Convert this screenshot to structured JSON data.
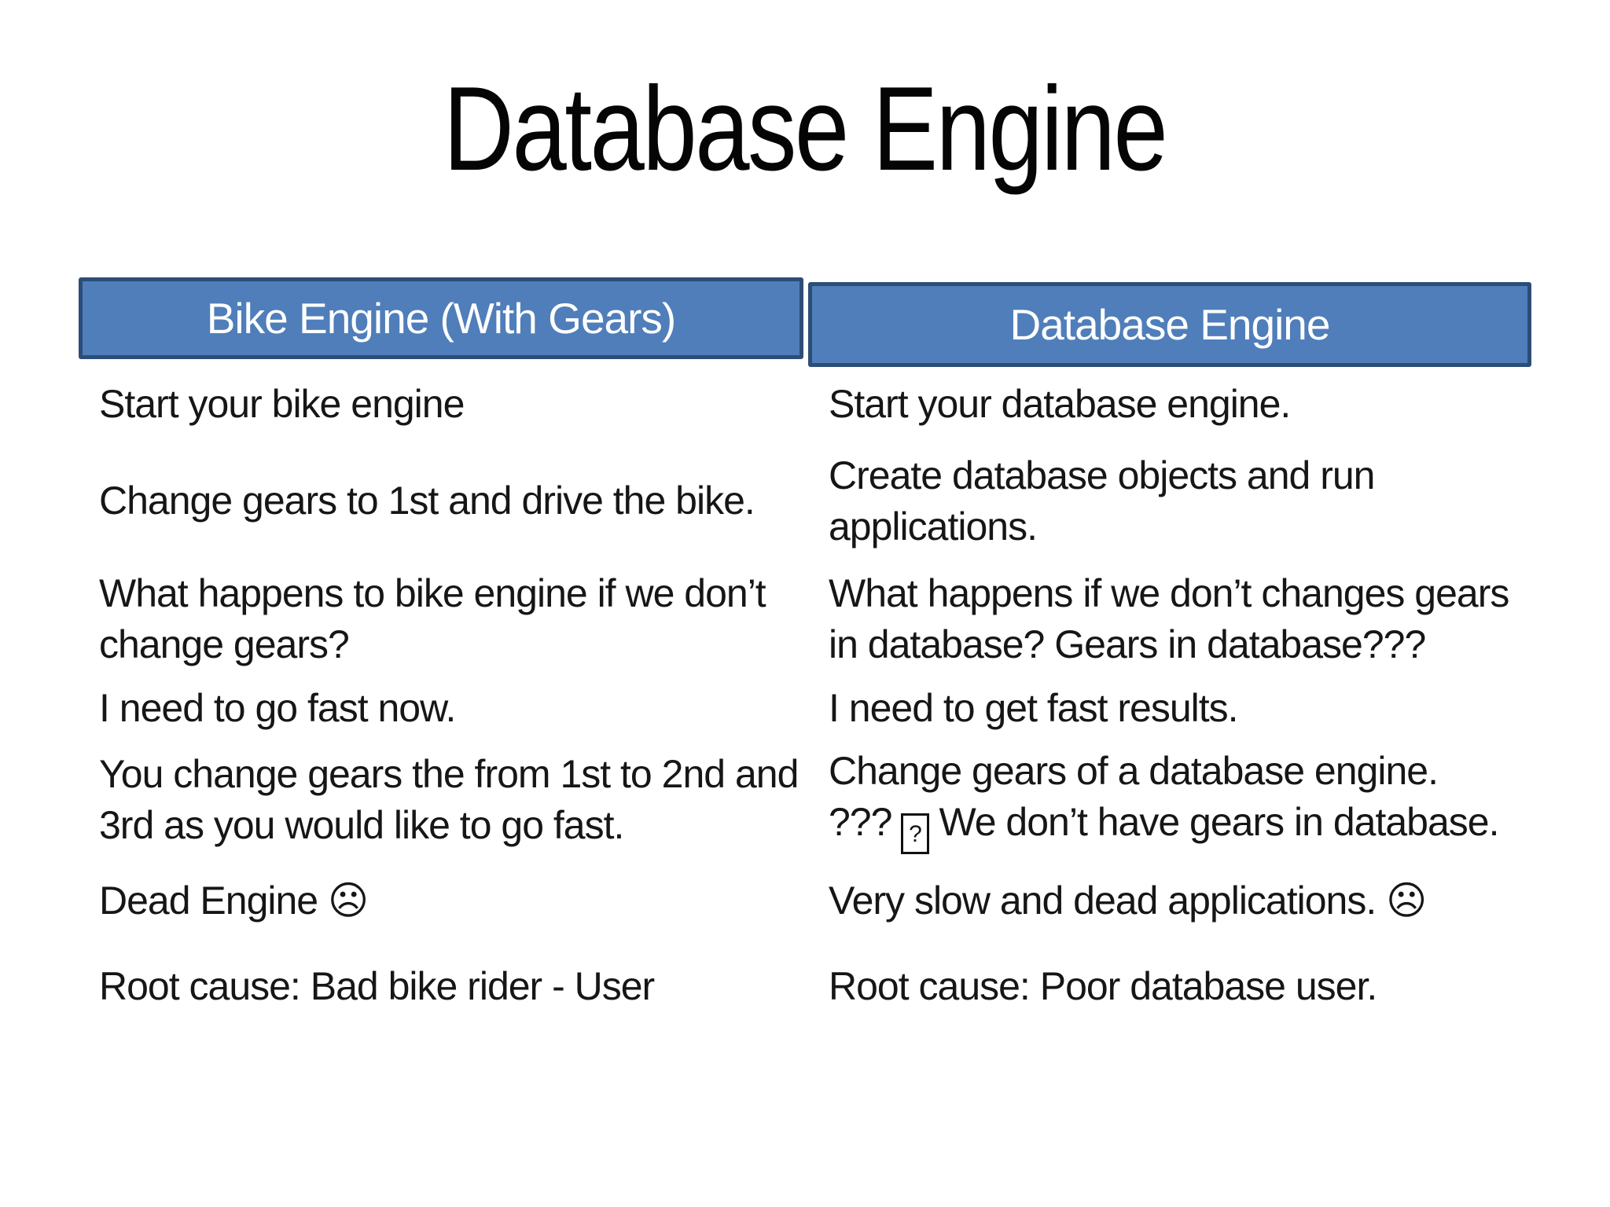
{
  "slide": {
    "title": "Database Engine"
  },
  "table": {
    "headers": [
      {
        "label": "Bike Engine (With Gears)"
      },
      {
        "label": "Database Engine"
      }
    ],
    "rows": [
      {
        "left": {
          "lines": [
            "Start your bike engine"
          ]
        },
        "right": {
          "lines": [
            "Start your database engine."
          ]
        }
      },
      {
        "left": {
          "lines": [
            "Change gears to 1st and drive the bike."
          ]
        },
        "right": {
          "lines": [
            "Create database objects and run",
            "applications."
          ]
        }
      },
      {
        "left": {
          "lines": [
            "What happens to bike engine if we don’t",
            "change gears?"
          ]
        },
        "right": {
          "lines": [
            "What happens if we don’t changes gears",
            "in database? Gears in database???"
          ]
        }
      },
      {
        "left": {
          "lines": [
            "I need to go fast now."
          ]
        },
        "right": {
          "lines": [
            "I need to get fast results."
          ]
        }
      },
      {
        "left": {
          "lines": [
            "You change gears the from 1st to 2nd and",
            "3rd as you would like to go fast."
          ]
        },
        "right": {
          "lines": [
            "Change gears of a database engine."
          ],
          "line2": {
            "prefix": "???",
            "glyph": "?",
            "suffix": "We don’t have gears in database."
          }
        }
      },
      {
        "left": {
          "lines": [
            "Dead Engine ☹"
          ]
        },
        "right": {
          "lines": [
            "Very slow and dead applications. ☹"
          ]
        }
      },
      {
        "left": {
          "lines": [
            "Root cause: Bad bike rider - User"
          ]
        },
        "right": {
          "lines": [
            "Root cause: Poor database user."
          ]
        }
      }
    ]
  },
  "icons": {
    "sad_face": "☹",
    "missing_glyph": "?"
  },
  "colors": {
    "header_fill": "#4f7eba",
    "header_border": "#2c4d78",
    "header_text": "#ffffff",
    "body_text": "#161616",
    "background": "#ffffff"
  }
}
